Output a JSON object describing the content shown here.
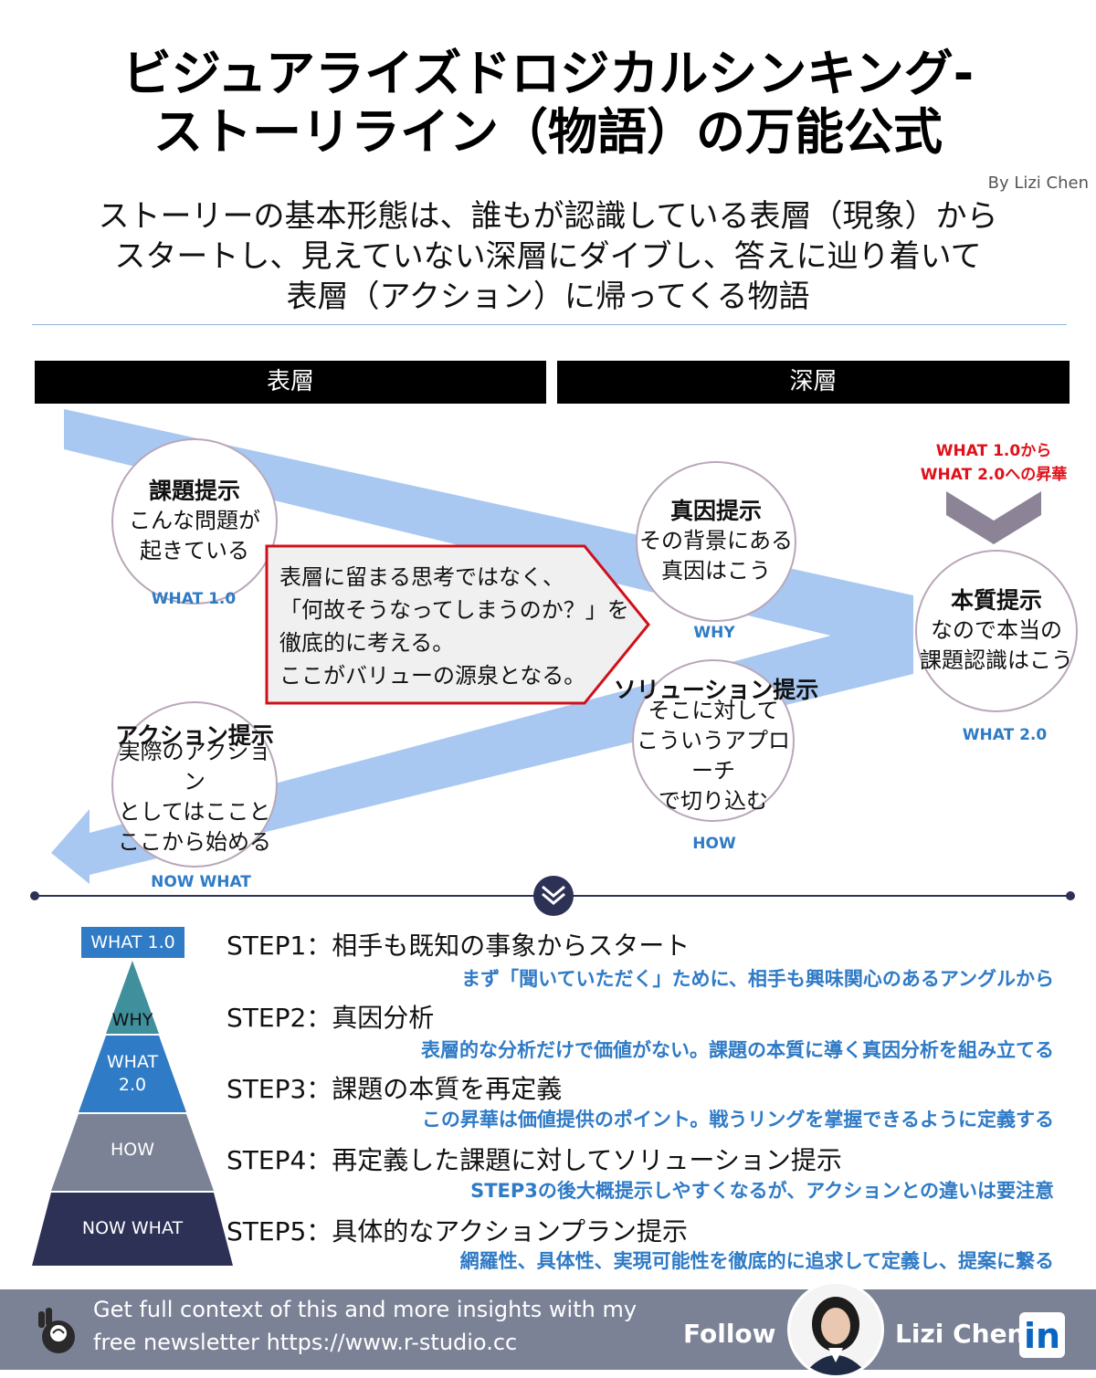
{
  "header": {
    "title_line1": "ビジュアライズドロジカルシンキング-",
    "title_line2": "ストーリライン（物語）の万能公式",
    "byline": "By Lizi Chen",
    "subtitle_line1": "ストーリーの基本形態は、誰もが認識している表層（現象）から",
    "subtitle_line2": "スタートし、見えていない深層にダイブし、答えに辿り着いて",
    "subtitle_line3": "表層（アクション）に帰ってくる物語"
  },
  "bands": {
    "surface": "表層",
    "deep": "深層"
  },
  "nodes": {
    "issue": {
      "title": "課題提示",
      "line1": "こんな問題が",
      "line2": "起きている",
      "label": "WHAT 1.0"
    },
    "cause": {
      "title": "真因提示",
      "line1": "その背景にある",
      "line2": "真因はこう",
      "label": "WHY"
    },
    "essence": {
      "title": "本質提示",
      "line1": "なので本当の",
      "line2": "課題認識はこう",
      "label": "WHAT 2.0"
    },
    "solution": {
      "title": "ソリューション提示",
      "line1": "そこに対して",
      "line2": "こういうアプローチ",
      "line3": "で切り込む",
      "label": "HOW"
    },
    "action": {
      "title": "アクション提示",
      "line1": "実際のアクション",
      "line2": "としてはここと",
      "line3": "ここから始める",
      "label": "NOW WHAT"
    }
  },
  "upgrade": {
    "line1": "WHAT 1.0から",
    "line2": "WHAT 2.0への昇華"
  },
  "callout": {
    "line1": "表層に留まる思考ではなく、",
    "line2": "「何故そうなってしまうのか？」を",
    "line3": "徹底的に考える。",
    "line4": "ここがバリューの源泉となる。"
  },
  "pyramid": {
    "top_box": "WHAT 1.0",
    "levels": [
      "WHY",
      "WHAT",
      "2.0",
      "HOW",
      "NOW WHAT"
    ]
  },
  "steps": [
    {
      "title": "STEP1：相手も既知の事象からスタート",
      "sub": "まず「聞いていただく」ために、相手も興味関心のあるアングルから"
    },
    {
      "title": "STEP2：真因分析",
      "sub": "表層的な分析だけで価値がない。課題の本質に導く真因分析を組み立てる"
    },
    {
      "title": "STEP3：課題の本質を再定義",
      "sub": "この昇華は価値提供のポイント。戦うリングを掌握できるように定義する"
    },
    {
      "title": "STEP4：再定義した課題に対してソリューション提示",
      "sub": "STEP3の後大概提示しやすくなるが、アクションとの違いは要注意"
    },
    {
      "title": "STEP5：具体的なアクションプラン提示",
      "sub": "網羅性、具体性、実現可能性を徹底的に追求して定義し、提案に繋る"
    }
  ],
  "colors": {
    "arrow": "#a8c8f2",
    "accent_blue": "#2f7bc6",
    "red": "#e0111a",
    "footer": "#7b8296"
  },
  "footer": {
    "line1": "Get full context of this and more insights with my",
    "line2": "free newsletter https://www.r-studio.cc",
    "follow": "Follow",
    "name": "Lizi Chen",
    "linkedin": "in"
  }
}
